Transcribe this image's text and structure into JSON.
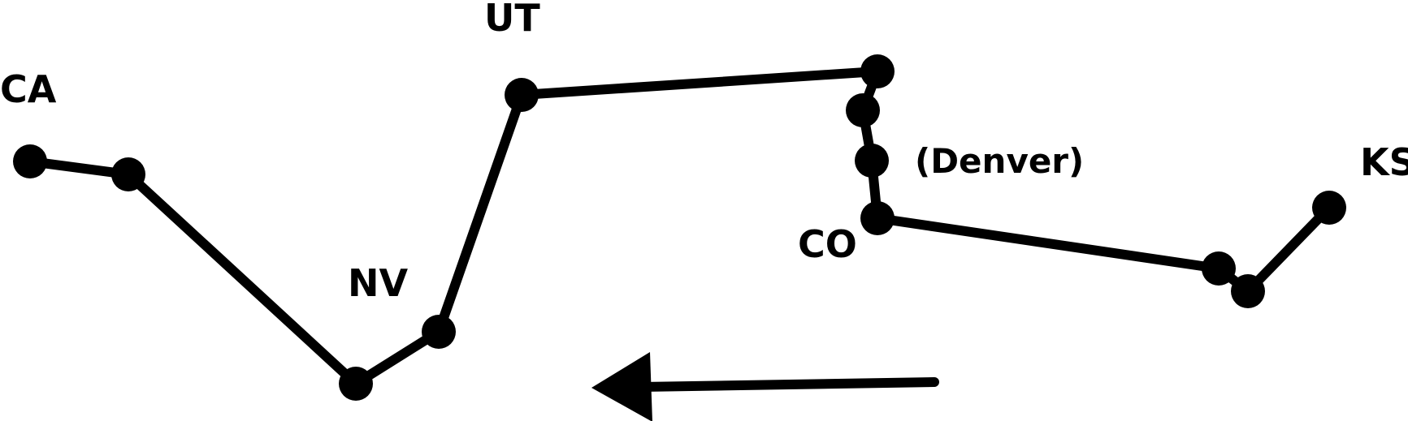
{
  "diagram": {
    "labels": {
      "ca": "CA",
      "nv": "NV",
      "ut": "UT",
      "denver": "(Denver)",
      "co": "CO",
      "ks": "KS"
    },
    "colors": {
      "line": "#000000",
      "background": "#ffffff"
    },
    "direction_arrow": "arrow-left-icon"
  }
}
